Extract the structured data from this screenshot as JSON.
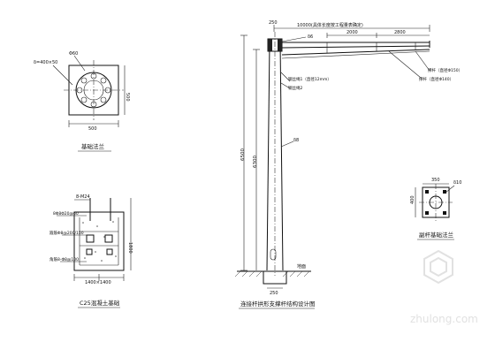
{
  "base_plate": {
    "hole_label": "Φ60",
    "plate_label": "δ=400×50",
    "dim_bottom": "500",
    "dim_right": "500",
    "title": "基础法兰"
  },
  "foundation": {
    "bolt_label": "8-M24",
    "rebar_top": "8Φ8Φ20@60",
    "rebar_mid": "箍筋Φ8@200/150",
    "rebar_low": "角筋8-Φ8@100",
    "dim_bottom": "1400×1400",
    "dim_right": "1800",
    "title": "C25混凝土基础"
  },
  "pole": {
    "span_total": "10000(具体长度按工程量表确定)",
    "seg_left": "2000",
    "seg_right": "2800",
    "top_mark": "250",
    "top_thick": "δ6",
    "brace_upper": "撑杆（直径Φ150）",
    "brace_lower": "撑杆（直径Φ140）",
    "bolt_label1": "钢丝绳1（直径12mm）",
    "bolt_label2": "钢丝绳2",
    "body_thick": "δ8",
    "height_outer": "6500",
    "height_inner": "6300",
    "ground_label": "地面",
    "base_dim": "250",
    "title": "连接杆拱形支撑杆结构设计图"
  },
  "aux_base": {
    "dim_top": "350",
    "thick": "δ10",
    "dim_left": "400",
    "title": "副杆基础法兰"
  },
  "watermark": {
    "text": "zhulong.com"
  }
}
